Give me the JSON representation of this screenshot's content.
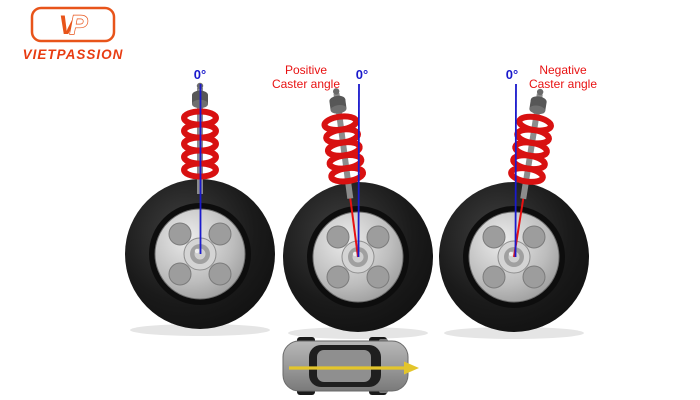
{
  "logo": {
    "monogram_v": "V",
    "monogram_p": "P",
    "brand": "VIETPASSION"
  },
  "wheels": [
    {
      "name": "zero-caster",
      "angle_label": "0°"
    },
    {
      "name": "positive-caster",
      "angle_label": "0°",
      "caster_line1": "Positive",
      "caster_line2": "Caster angle"
    },
    {
      "name": "negative-caster",
      "angle_label": "0°",
      "caster_line1": "Negative",
      "caster_line2": "Caster angle"
    }
  ],
  "colors": {
    "axis_blue": "#1a1acc",
    "caster_red": "#e81212",
    "spring_red": "#d81111",
    "logo_orange": "#e8541a",
    "arrow_yellow": "#e3c52b",
    "tire_dark": "#1a1a1a",
    "rim_gray": "#bdbdbd"
  }
}
